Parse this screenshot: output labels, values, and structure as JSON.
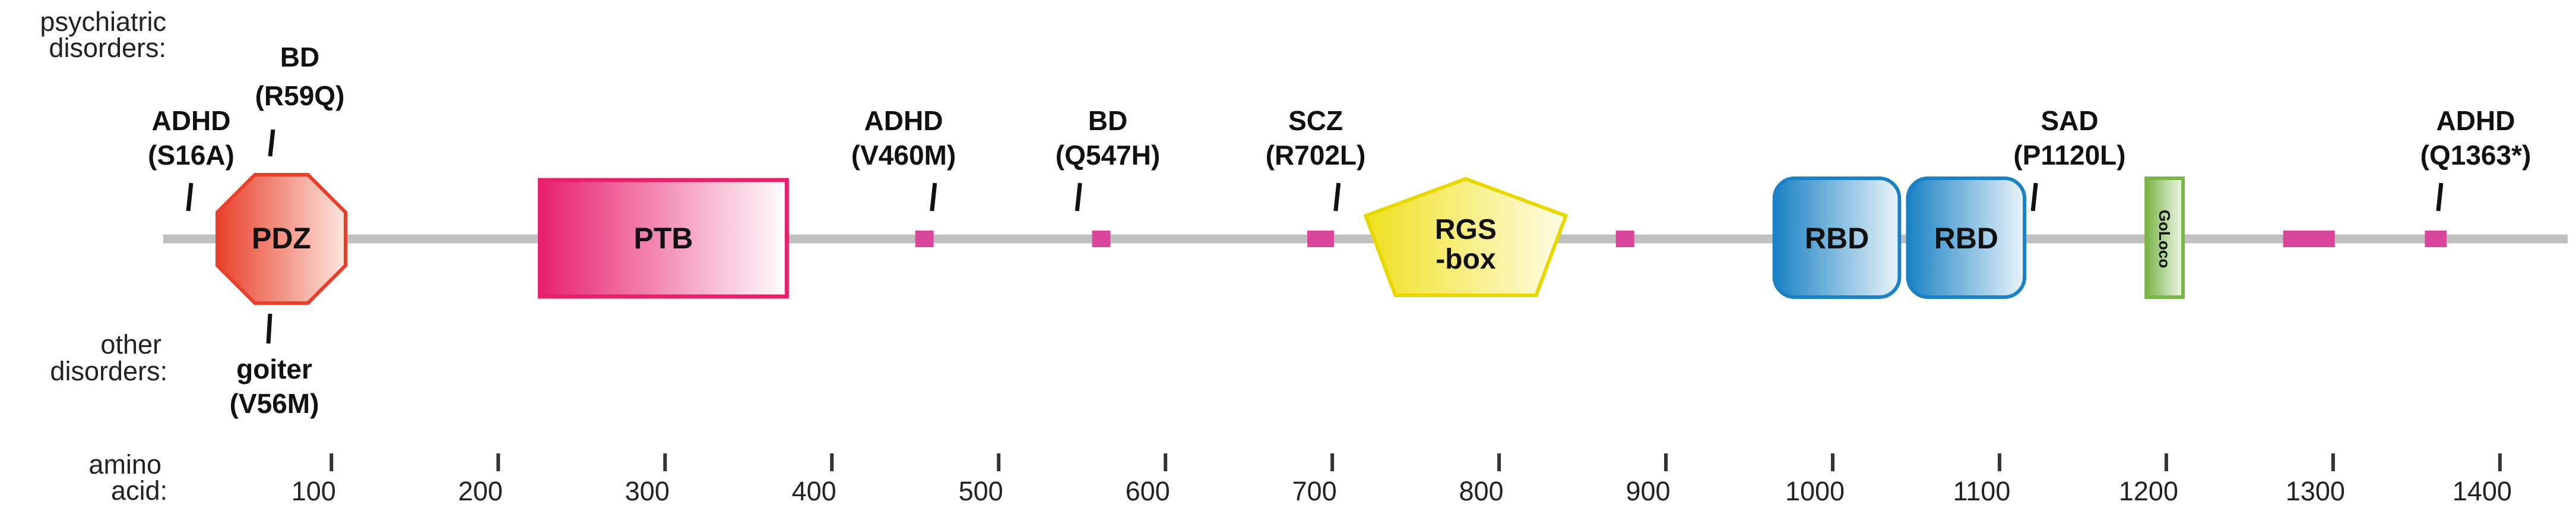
{
  "protein": {
    "length": 1470,
    "axis": {
      "label_line1": "amino",
      "label_line2": "acid:",
      "ticks": [
        100,
        200,
        300,
        400,
        500,
        600,
        700,
        800,
        900,
        1000,
        1100,
        1200,
        1300,
        1400
      ],
      "tick_labels": [
        "100",
        "200",
        "300",
        "400",
        "500",
        "600",
        "700",
        "800",
        "900",
        "1000",
        "1100",
        "1200",
        "1300",
        "1400"
      ]
    },
    "domains": [
      {
        "id": "pdz",
        "label": "PDZ",
        "start": 35,
        "end": 105,
        "shape": "octagon",
        "color": "#e8402a"
      },
      {
        "id": "ptb",
        "label": "PTB",
        "start": 225,
        "end": 373,
        "shape": "rect",
        "color": "#e8206e"
      },
      {
        "id": "rgs",
        "label": "RGS",
        "label2": "-box",
        "start": 720,
        "end": 840,
        "shape": "pentagon",
        "color": "#f0e020"
      },
      {
        "id": "rbd1",
        "label": "RBD",
        "start": 965,
        "end": 1040,
        "shape": "rounded",
        "color": "#1a82c4"
      },
      {
        "id": "rbd2",
        "label": "RBD",
        "start": 1045,
        "end": 1115,
        "shape": "rounded",
        "color": "#1a82c4"
      },
      {
        "id": "goloco",
        "label": "GoLoco",
        "start": 1188,
        "end": 1210,
        "shape": "bar",
        "color": "#7ab648"
      }
    ],
    "motifs": [
      {
        "start": 450,
        "end": 461
      },
      {
        "start": 556,
        "end": 567
      },
      {
        "start": 685,
        "end": 701
      },
      {
        "start": 870,
        "end": 881
      },
      {
        "start": 1270,
        "end": 1301
      },
      {
        "start": 1355,
        "end": 1368
      }
    ],
    "motif_color": "#d9479c"
  },
  "psychiatric": {
    "title_line1": "psychiatric",
    "title_line2": "disorders:",
    "variants": [
      {
        "pos": 16,
        "disorder": "ADHD",
        "mutation": "(S16A)"
      },
      {
        "pos": 59,
        "disorder": "BD",
        "mutation": "(R59Q)"
      },
      {
        "pos": 460,
        "disorder": "ADHD",
        "mutation": "(V460M)"
      },
      {
        "pos": 547,
        "disorder": "BD",
        "mutation": "(Q547H)"
      },
      {
        "pos": 702,
        "disorder": "SCZ",
        "mutation": "(R702L)"
      },
      {
        "pos": 1120,
        "disorder": "SAD",
        "mutation": "(P1120L)"
      },
      {
        "pos": 1363,
        "disorder": "ADHD",
        "mutation": "(Q1363*)"
      }
    ]
  },
  "other": {
    "title_line1": "other",
    "title_line2": "disorders:",
    "variants": [
      {
        "pos": 56,
        "disorder": "goiter",
        "mutation": "(V56M)"
      }
    ]
  }
}
